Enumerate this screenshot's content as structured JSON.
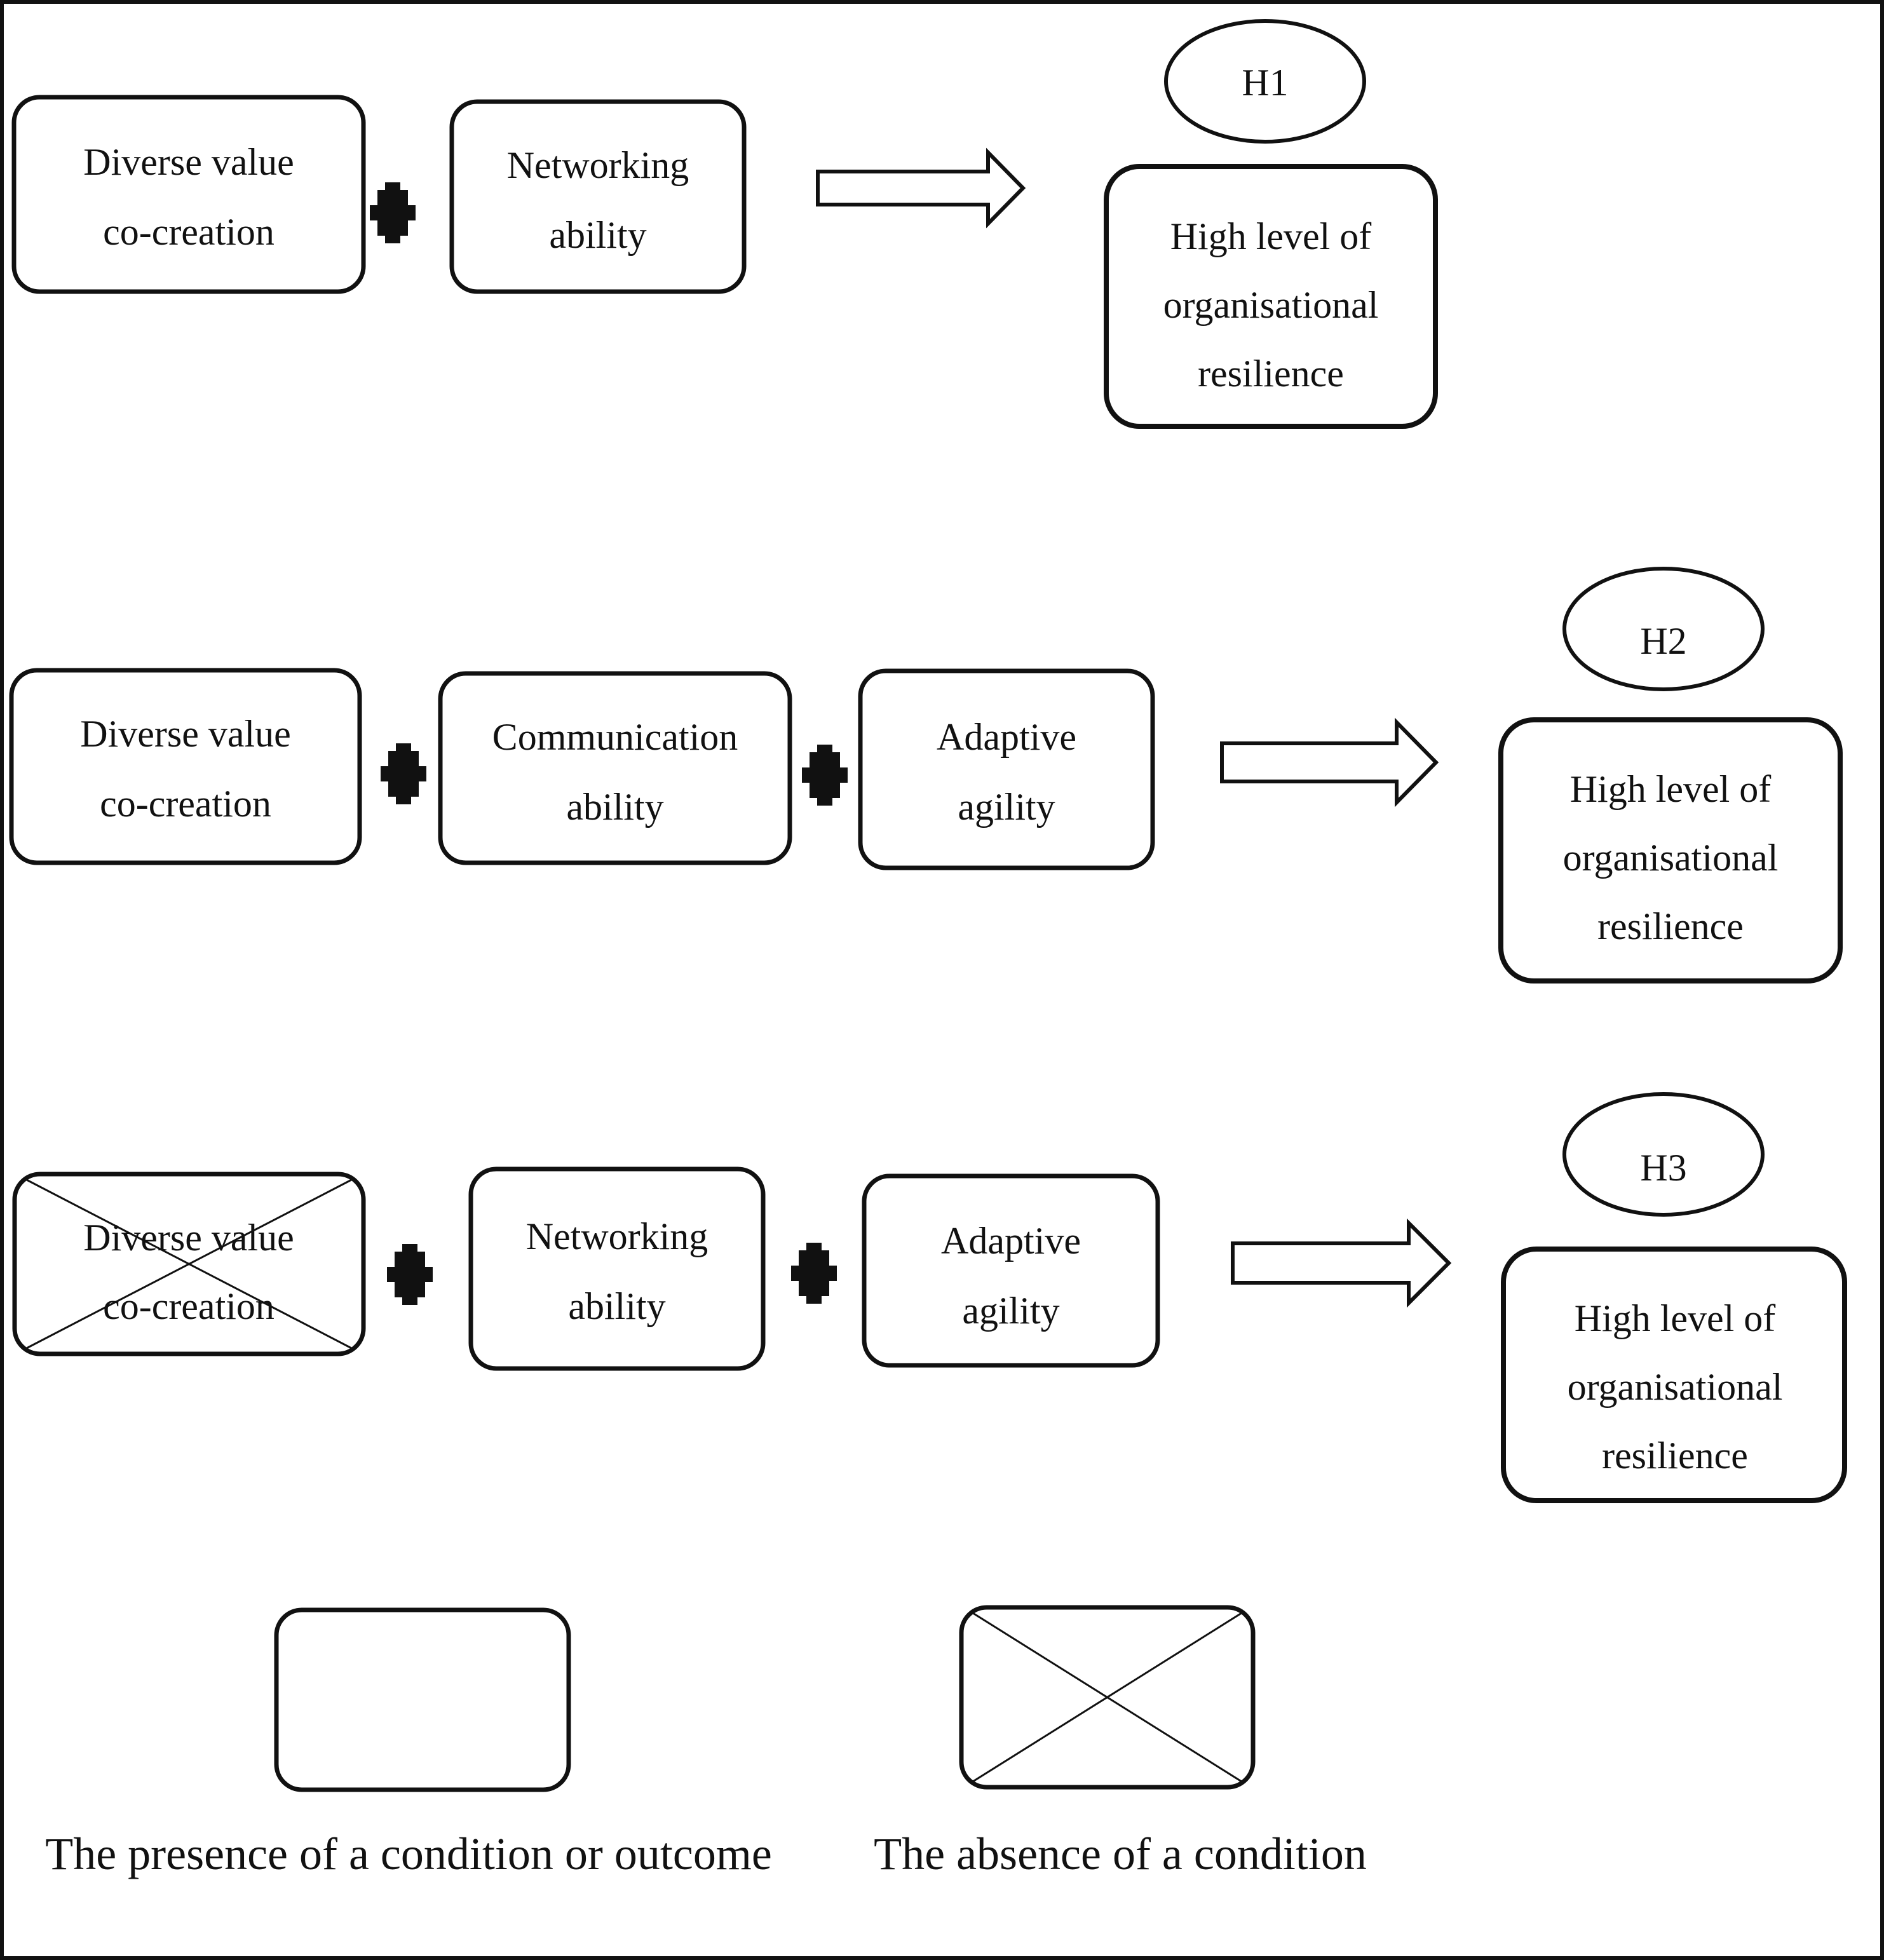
{
  "hypotheses": [
    {
      "label": "H1",
      "conditions": [
        {
          "lines": [
            "Diverse value",
            "co-creation"
          ],
          "absent": false
        },
        {
          "lines": [
            "Networking",
            "ability"
          ],
          "absent": false
        }
      ],
      "outcome": {
        "lines": [
          "High level of",
          "organisational",
          "resilience"
        ]
      }
    },
    {
      "label": "H2",
      "conditions": [
        {
          "lines": [
            "Diverse value",
            "co-creation"
          ],
          "absent": false
        },
        {
          "lines": [
            "Communication",
            "ability"
          ],
          "absent": false
        },
        {
          "lines": [
            "Adaptive",
            "agility"
          ],
          "absent": false
        }
      ],
      "outcome": {
        "lines": [
          "High level of",
          "organisational",
          "resilience"
        ]
      }
    },
    {
      "label": "H3",
      "conditions": [
        {
          "lines": [
            "Diverse value",
            "co-creation"
          ],
          "absent": true
        },
        {
          "lines": [
            "Networking",
            "ability"
          ],
          "absent": false
        },
        {
          "lines": [
            "Adaptive",
            "agility"
          ],
          "absent": false
        }
      ],
      "outcome": {
        "lines": [
          "High level of",
          "organisational",
          "resilience"
        ]
      }
    }
  ],
  "legend": {
    "presence_label": "The presence of a condition or outcome",
    "absence_label": "The absence of a condition"
  },
  "colors": {
    "line": "#111111",
    "background": "#ffffff"
  }
}
